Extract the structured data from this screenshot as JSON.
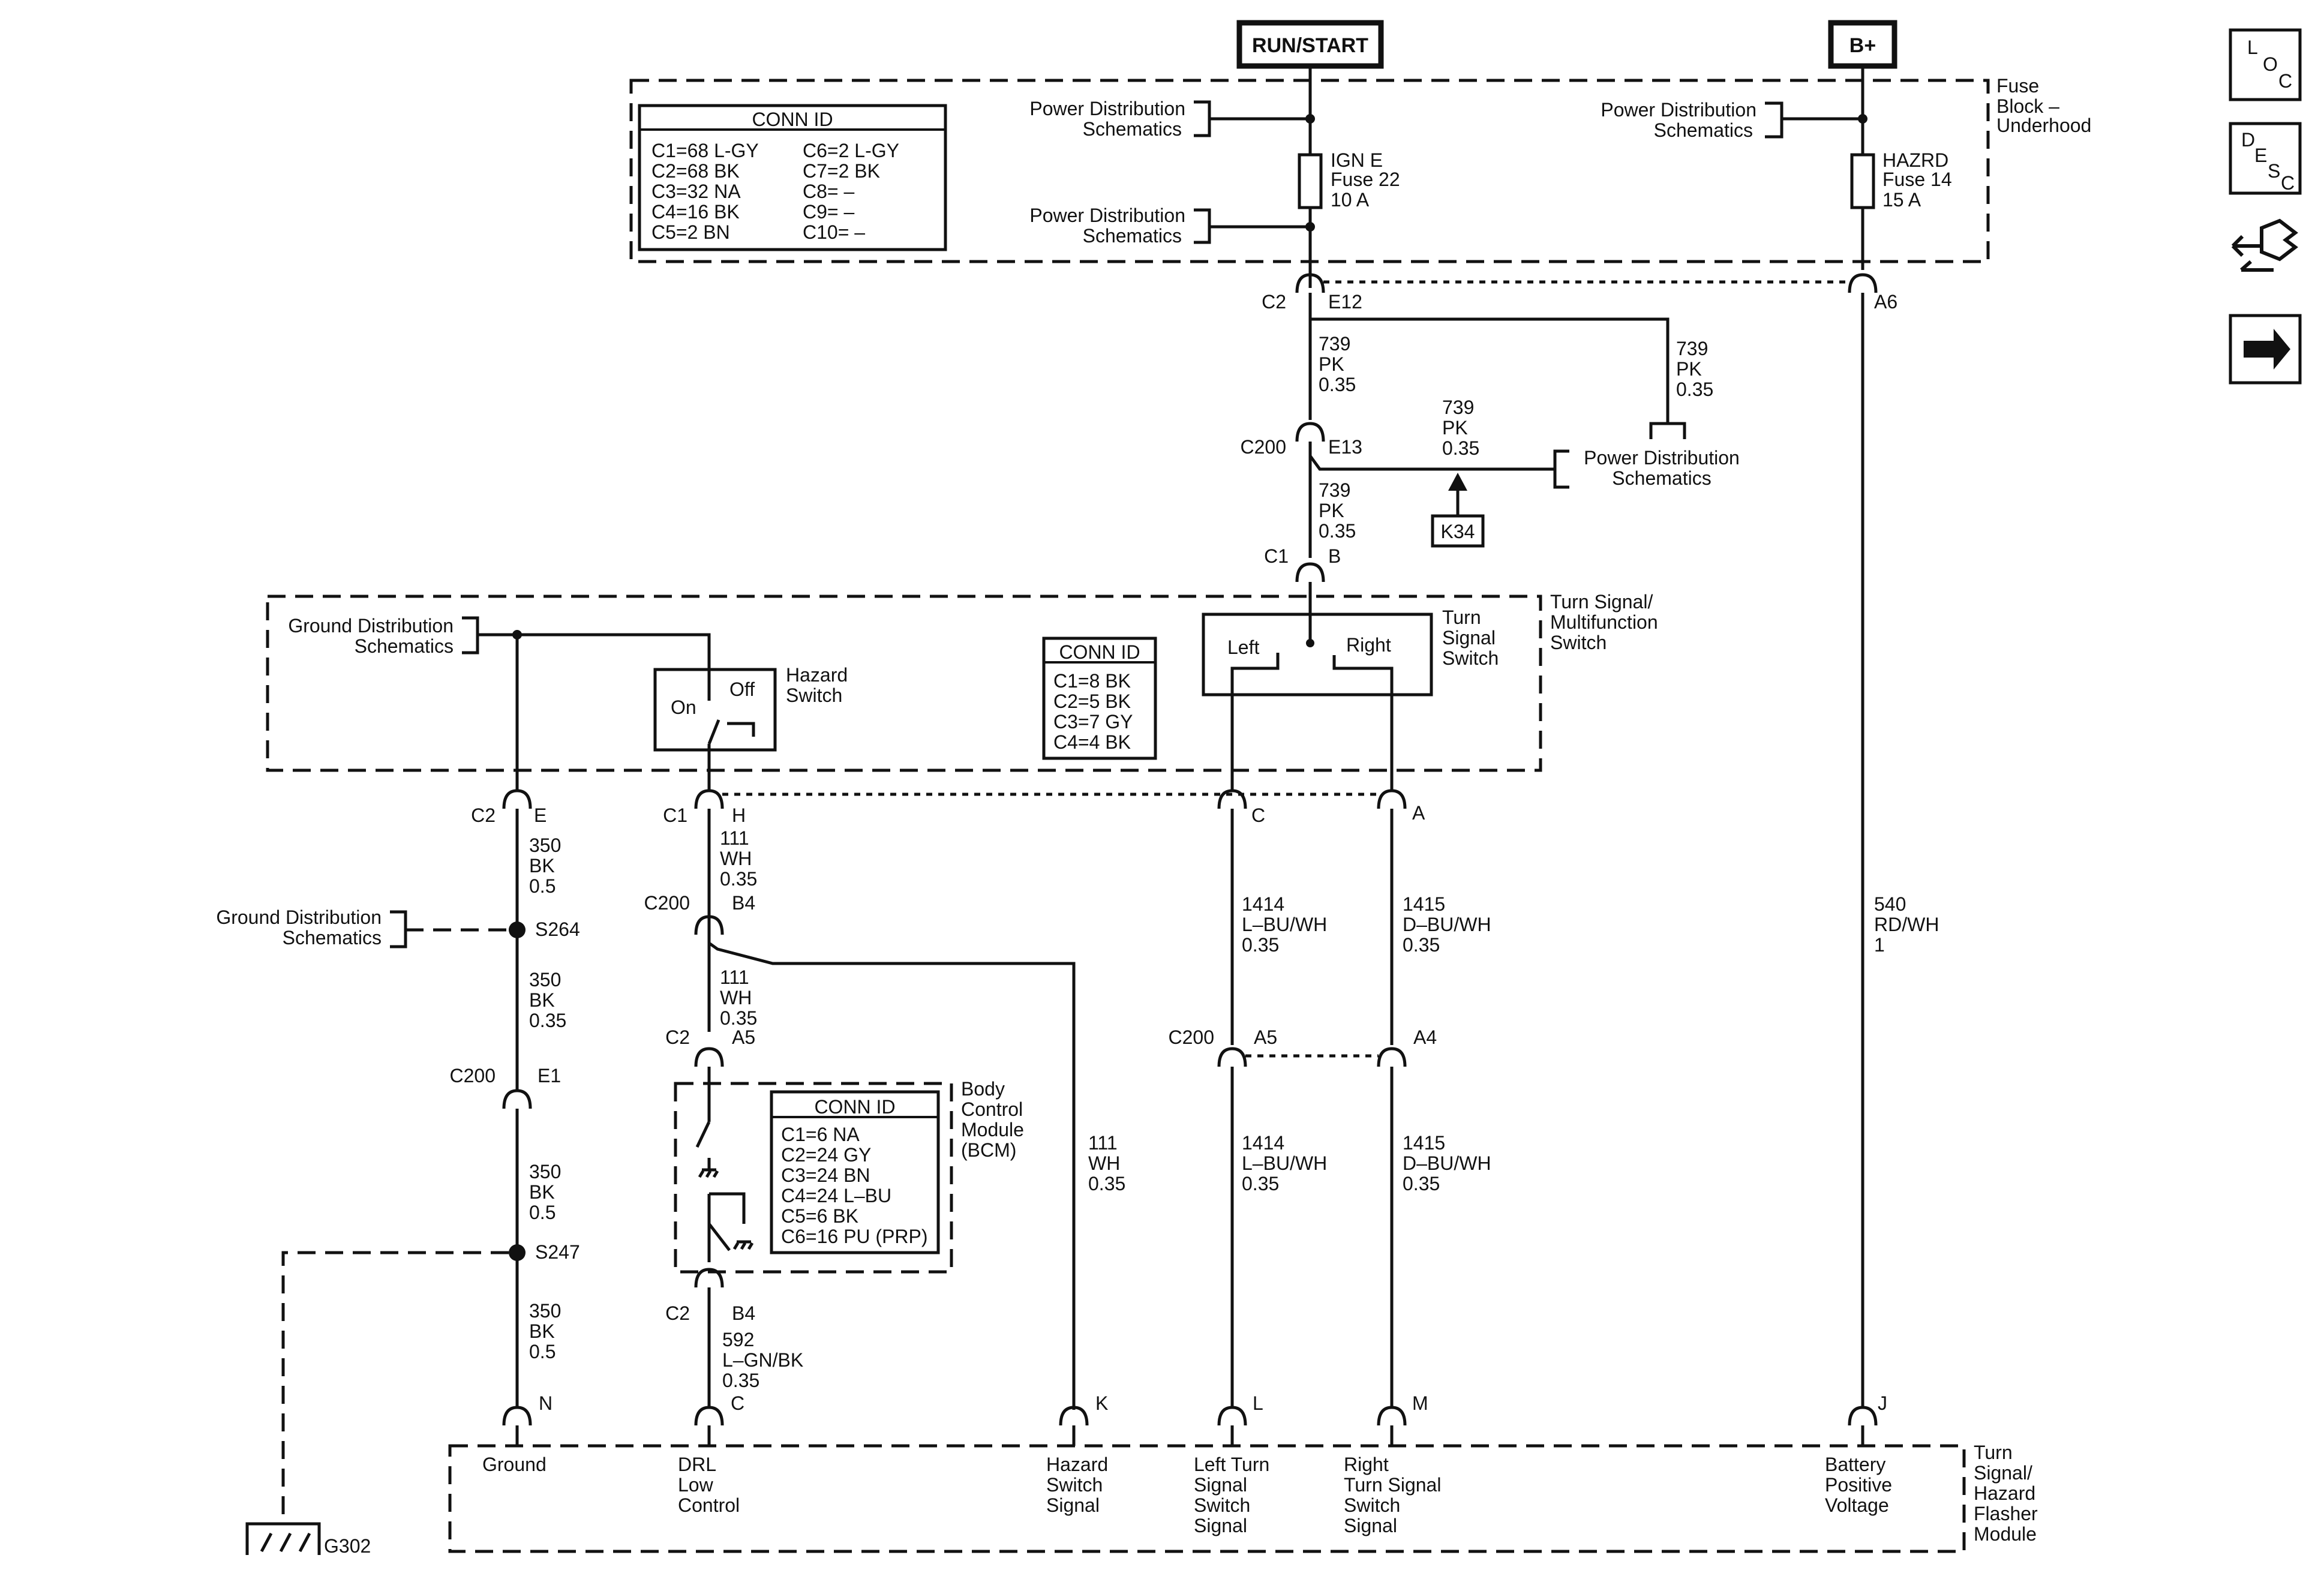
{
  "power_sources": {
    "run_start": "RUN/START",
    "b_plus": "B+"
  },
  "icons": {
    "loc": [
      "L",
      "O",
      "C"
    ],
    "desc": [
      "D",
      "E",
      "S",
      "C"
    ],
    "nav_icon_1": "connector-harness-icon",
    "nav_icon_2": "arrow-right-icon"
  },
  "fuse_block": {
    "title": [
      "Fuse",
      "Block –",
      "Underhood"
    ],
    "conn_id": {
      "header": "CONN ID",
      "left": [
        "C1=68 L-GY",
        "C2=68 BK",
        "C3=32 NA",
        "C4=16 BK",
        "C5=2 BN"
      ],
      "right": [
        "C6=2 L-GY",
        "C7=2 BK",
        "C8= –",
        "C9= –",
        "C10= –"
      ]
    },
    "pd_top_left": [
      "Power Distribution",
      "Schematics"
    ],
    "pd_bottom_left": [
      "Power Distribution",
      "Schematics"
    ],
    "pd_right": [
      "Power Distribution",
      "Schematics"
    ],
    "fuse_ign": [
      "IGN E",
      "Fuse 22",
      "10 A"
    ],
    "fuse_hazrd": [
      "HAZRD",
      "Fuse 14",
      "15 A"
    ]
  },
  "connectors": {
    "c2": "C2",
    "e12": "E12",
    "a6": "A6",
    "c200": "C200",
    "e13": "E13",
    "c1": "C1",
    "b": "B",
    "k34": "K34",
    "c2_e": "E",
    "c1_h": "H",
    "c_c": "C",
    "a_a": "A",
    "b4": "B4",
    "a5": "A5",
    "a4": "A4",
    "e1": "E1",
    "s264": "S264",
    "s247": "S247",
    "g302": "G302",
    "n": "N",
    "c_drl": "C",
    "k": "K",
    "l": "L",
    "m": "M",
    "j": "J"
  },
  "wires": {
    "w739_a": [
      "739",
      "PK",
      "0.35"
    ],
    "w739_b": [
      "739",
      "PK",
      "0.35"
    ],
    "w739_c": [
      "739",
      "PK",
      "0.35"
    ],
    "w739_d": [
      "739",
      "PK",
      "0.35"
    ],
    "w540": [
      "540",
      "RD/WH",
      "1"
    ],
    "w350_a": [
      "350",
      "BK",
      "0.5"
    ],
    "w350_b": [
      "350",
      "BK",
      "0.35"
    ],
    "w350_c": [
      "350",
      "BK",
      "0.5"
    ],
    "w350_d": [
      "350",
      "BK",
      "0.5"
    ],
    "w111_a": [
      "111",
      "WH",
      "0.35"
    ],
    "w111_b": [
      "111",
      "WH",
      "0.35"
    ],
    "w111_c": [
      "111",
      "WH",
      "0.35"
    ],
    "w1414_a": [
      "1414",
      "L–BU/WH",
      "0.35"
    ],
    "w1414_b": [
      "1414",
      "L–BU/WH",
      "0.35"
    ],
    "w1415_a": [
      "1415",
      "D–BU/WH",
      "0.35"
    ],
    "w1415_b": [
      "1415",
      "D–BU/WH",
      "0.35"
    ],
    "w592": [
      "592",
      "L–GN/BK",
      "0.35"
    ]
  },
  "pd_k34": [
    "Power Distribution",
    "Schematics"
  ],
  "turn_switch": {
    "title": [
      "Turn Signal/",
      "Multifunction",
      "Switch"
    ],
    "ground_ref": [
      "Ground Distribution",
      "Schematics"
    ],
    "hazard_switch": [
      "Hazard",
      "Switch"
    ],
    "on": "On",
    "off": "Off",
    "conn_id": {
      "header": "CONN ID",
      "rows": [
        "C1=8 BK",
        "C2=5 BK",
        "C3=7 GY",
        "C4=4 BK"
      ]
    },
    "turn_sig_switch": [
      "Turn",
      "Signal",
      "Switch"
    ],
    "left": "Left",
    "right": "Right"
  },
  "ground_ref_s264": [
    "Ground Distribution",
    "Schematics"
  ],
  "bcm": {
    "title": [
      "Body",
      "Control",
      "Module",
      "(BCM)"
    ],
    "conn_id": {
      "header": "CONN ID",
      "rows": [
        "C1=6 NA",
        "C2=24 GY",
        "C3=24 BN",
        "C4=24 L–BU",
        "C5=6 BK",
        "C6=16 PU (PRP)"
      ]
    }
  },
  "flasher": {
    "title": [
      "Turn",
      "Signal/",
      "Hazard",
      "Flasher",
      "Module"
    ],
    "pins": {
      "ground": [
        "Ground"
      ],
      "drl": [
        "DRL",
        "Low",
        "Control"
      ],
      "hazard": [
        "Hazard",
        "Switch",
        "Signal"
      ],
      "left": [
        "Left Turn",
        "Signal",
        "Switch",
        "Signal"
      ],
      "right": [
        "Right",
        "Turn Signal",
        "Switch",
        "Signal"
      ],
      "battery": [
        "Battery",
        "Positive",
        "Voltage"
      ]
    }
  }
}
